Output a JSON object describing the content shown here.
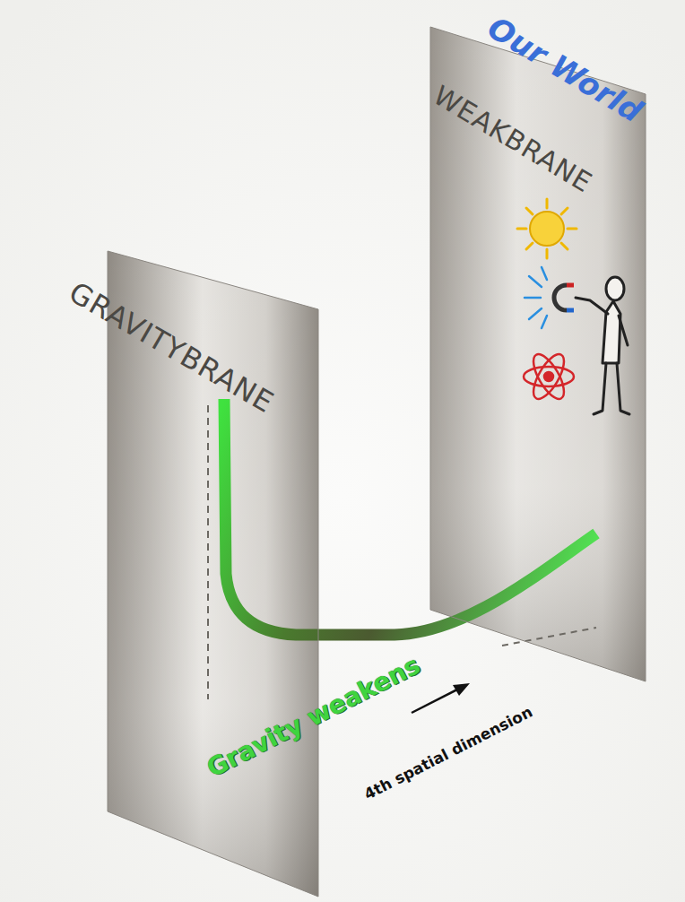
{
  "diagram": {
    "nodes": [
      {
        "text": [
          "GRAVITYBRANE"
        ]
      },
      {
        "text": [
          "WEAKBRANE"
        ]
      }
    ],
    "edges": [
      {
        "from": 0,
        "to": 1,
        "arrow": "none",
        "label": "Gravity weakens"
      }
    ],
    "labels": [
      "Our World",
      "4th spatial dimension"
    ]
  }
}
